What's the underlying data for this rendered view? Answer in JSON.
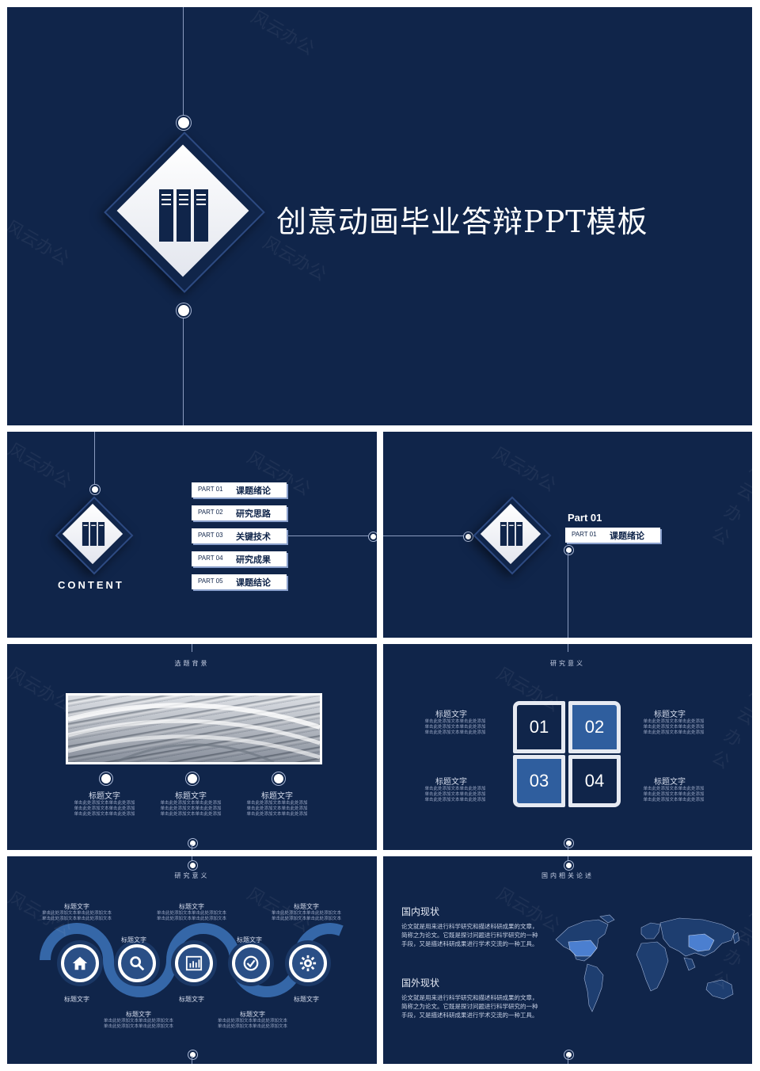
{
  "cover": {
    "title": "创意动画毕业答辩PPT模板"
  },
  "watermark": "风云办公",
  "contents": {
    "label": "CONTENT",
    "parts": [
      {
        "num": "PART 01",
        "title": "课题绪论"
      },
      {
        "num": "PART 02",
        "title": "研究思路"
      },
      {
        "num": "PART 03",
        "title": "关键技术"
      },
      {
        "num": "PART 04",
        "title": "研究成果"
      },
      {
        "num": "PART 05",
        "title": "课题结论"
      }
    ]
  },
  "part1": {
    "heading": "Part  01",
    "num": "PART 01",
    "title": "课题绪论"
  },
  "background": {
    "section": "选题背景",
    "items": [
      {
        "title": "标题文字",
        "body": "单击此处添加文本单击此处添加\n单击此处添加文本单击此处添加\n单击此处添加文本单击此处添加"
      },
      {
        "title": "标题文字",
        "body": "单击此处添加文本单击此处添加\n单击此处添加文本单击此处添加\n单击此处添加文本单击此处添加"
      },
      {
        "title": "标题文字",
        "body": "单击此处添加文本单击此处添加\n单击此处添加文本单击此处添加\n单击此处添加文本单击此处添加"
      }
    ]
  },
  "significance": {
    "section": "研究意义",
    "boxes": [
      "01",
      "02",
      "03",
      "04"
    ],
    "items": [
      {
        "title": "标题文字",
        "body": "单击此处添加文本单击此处添加\n单击此处添加文本单击此处添加\n单击此处添加文本单击此处添加"
      },
      {
        "title": "标题文字",
        "body": "单击此处添加文本单击此处添加\n单击此处添加文本单击此处添加\n单击此处添加文本单击此处添加"
      },
      {
        "title": "标题文字",
        "body": "单击此处添加文本单击此处添加\n单击此处添加文本单击此处添加\n单击此处添加文本单击此处添加"
      },
      {
        "title": "标题文字",
        "body": "单击此处添加文本单击此处添加\n单击此处添加文本单击此处添加\n单击此处添加文本单击此处添加"
      }
    ]
  },
  "significance2": {
    "section": "研究意义",
    "top": [
      {
        "title": "标题文字",
        "body": "单击此处添加文本单击此处添加文本\n单击此处添加文本单击此处添加文本"
      },
      {
        "title": "标题文字",
        "body": "单击此处添加文本单击此处添加文本\n单击此处添加文本单击此处添加文本"
      },
      {
        "title": "标题文字",
        "body": "单击此处添加文本单击此处添加文本\n单击此处添加文本单击此处添加文本"
      }
    ],
    "mid": [
      "标题文字",
      "标题文字"
    ],
    "lower": [
      "标题文字",
      "标题文字",
      "标题文字"
    ],
    "bottom": [
      {
        "title": "标题文字",
        "body": "单击此处添加文本单击此处添加文本\n单击此处添加文本单击此处添加文本"
      },
      {
        "title": "标题文字",
        "body": "单击此处添加文本单击此处添加文本\n单击此处添加文本单击此处添加文本"
      }
    ],
    "icons": [
      "home-icon",
      "search-icon",
      "chart-icon",
      "check-icon",
      "gear-icon"
    ]
  },
  "domestic": {
    "section": "国内相关论述",
    "domestic_title": "国内现状",
    "domestic_body": "论文就是用来进行科学研究和描述科研成果的文章，简称之为论文。它既是探讨问题进行科学研究的一种手段，又是描述科研成果进行学术交流的一种工具。",
    "foreign_title": "国外现状",
    "foreign_body": "论文就是用来进行科学研究和描述科研成果的文章，简称之为论文。它既是探讨问题进行科学研究的一种手段，又是描述科研成果进行学术交流的一种工具。"
  }
}
